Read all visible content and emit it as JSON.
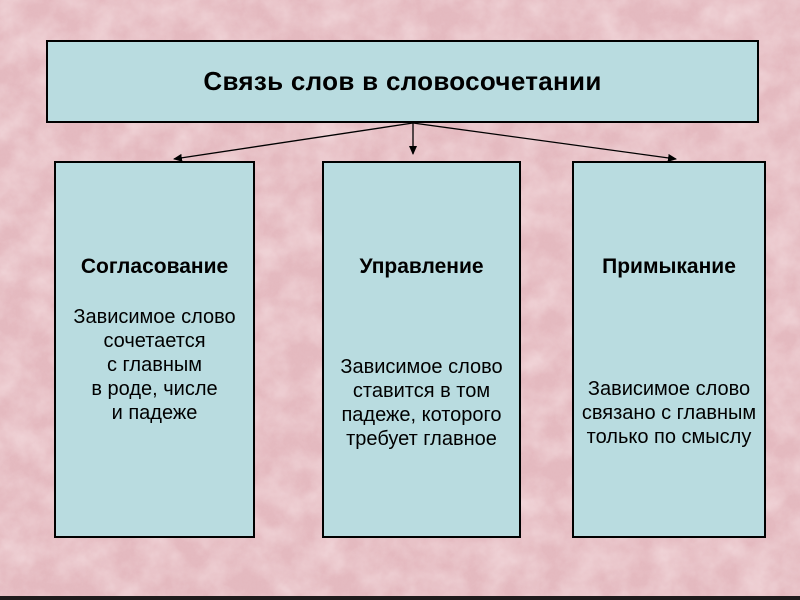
{
  "slide": {
    "title": "Связь слов в словосочетании",
    "columns": [
      {
        "heading": "Согласование",
        "body": "Зависимое слово\nсочетается\nс главным\nв роде, числе\nи падеже"
      },
      {
        "heading": "Управление",
        "body": "Зависимое слово\nставится в том\nпадеже, которого\nтребует главное"
      },
      {
        "heading": "Примыкание",
        "body": "Зависимое слово\nсвязано с главным\nтолько по смыслу"
      }
    ],
    "colors": {
      "background": "#e4b9bf",
      "box_fill": "#b9dce0",
      "box_border": "#000000",
      "text": "#000000",
      "arrow": "#000000",
      "bottom_bar": "#1f1b1c"
    }
  }
}
